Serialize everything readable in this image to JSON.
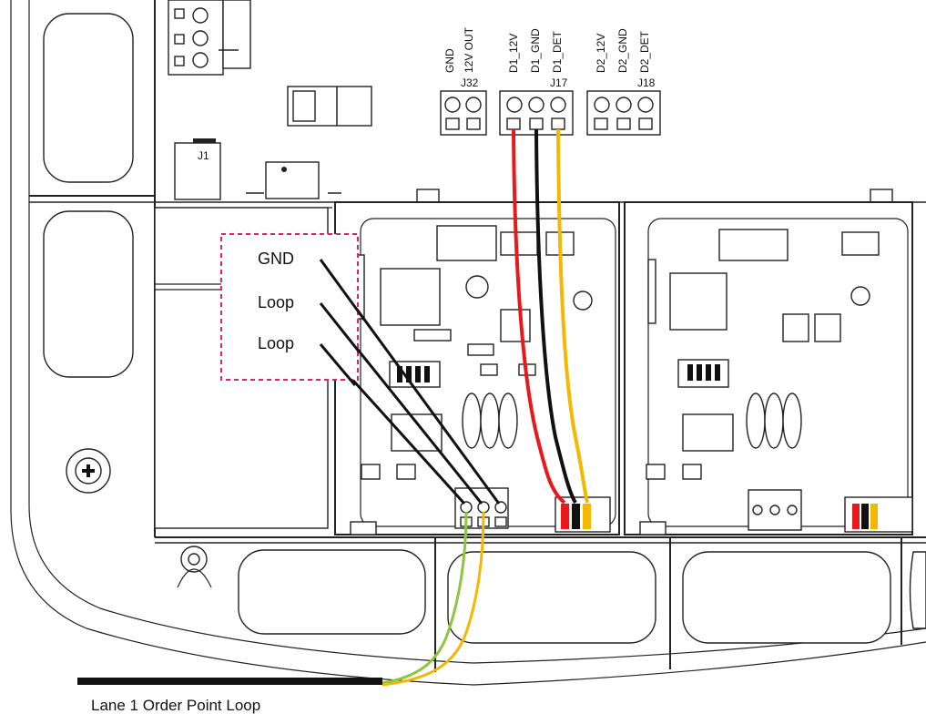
{
  "labels": {
    "j32": {
      "name": "J32",
      "pins": [
        "GND",
        "12V OUT"
      ]
    },
    "j17": {
      "name": "J17",
      "pins": [
        "D1_12V",
        "D1_GND",
        "D1_DET"
      ]
    },
    "j18": {
      "name": "J18",
      "pins": [
        "D2_12V",
        "D2_GND",
        "D2_DET"
      ]
    },
    "j1": "J1",
    "callout": [
      "GND",
      "Loop",
      "Loop"
    ],
    "caption": "Lane 1 Order Point Loop"
  },
  "colors": {
    "red_wire": "#e8191b",
    "black_wire": "#111111",
    "yellow_wire": "#f5b800",
    "green_wire": "#8cc63f",
    "callout_border": "#e0245e",
    "outline": "#222222"
  }
}
